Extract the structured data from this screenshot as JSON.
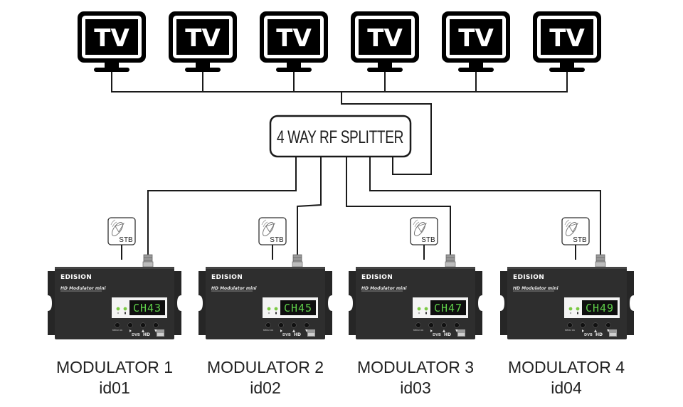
{
  "diagram": {
    "tvs": [
      {
        "label": "TV"
      },
      {
        "label": "TV"
      },
      {
        "label": "TV"
      },
      {
        "label": "TV"
      },
      {
        "label": "TV"
      },
      {
        "label": "TV"
      }
    ],
    "splitter": {
      "label": "4 WAY RF SPLITTER"
    },
    "modulators": [
      {
        "name": "MODULATOR 1",
        "id": "id01",
        "channel": "CH43",
        "brand": "EDISION",
        "model": "HD Modulator mini",
        "input_label": "STB"
      },
      {
        "name": "MODULATOR 2",
        "id": "id02",
        "channel": "CH45",
        "brand": "EDISION",
        "model": "HD Modulator mini",
        "input_label": "STB"
      },
      {
        "name": "MODULATOR 3",
        "id": "id03",
        "channel": "CH47",
        "brand": "EDISION",
        "model": "HD Modulator mini",
        "input_label": "STB"
      },
      {
        "name": "MODULATOR 4",
        "id": "id04",
        "channel": "CH49",
        "brand": "EDISION",
        "model": "HD Modulator mini",
        "input_label": "STB"
      }
    ],
    "device_panel": {
      "menu_label": "MENU OK",
      "dvb_label": "DVB",
      "hd_label": "HD"
    },
    "colors": {
      "line": "#1a1a1a",
      "device_body": "#2e2e2e",
      "lcd_text": "#5fd04a",
      "led": "#7ac943"
    }
  }
}
